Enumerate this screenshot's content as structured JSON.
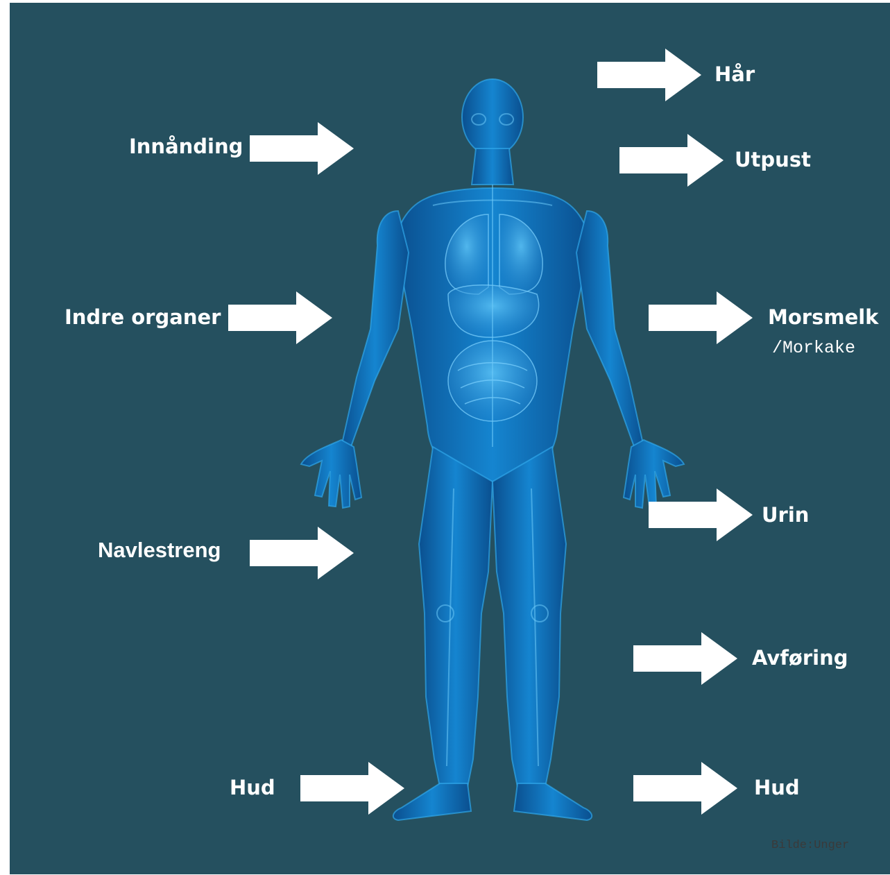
{
  "diagram": {
    "background_color": "#25505f",
    "body_glow_color": "#1f8fd8",
    "arrow_color": "#ffffff",
    "inputs": [
      {
        "label": "Innånding"
      },
      {
        "label": "Indre organer"
      },
      {
        "label": "Navlestreng"
      },
      {
        "label": "Hud"
      }
    ],
    "outputs": [
      {
        "label": "Hår"
      },
      {
        "label": "Utpust"
      },
      {
        "label": "Morsmelk",
        "sublabel": "/Morkake"
      },
      {
        "label": "Urin"
      },
      {
        "label": "Avføring"
      },
      {
        "label": "Hud"
      }
    ],
    "credit": "Bilde:Unger"
  }
}
